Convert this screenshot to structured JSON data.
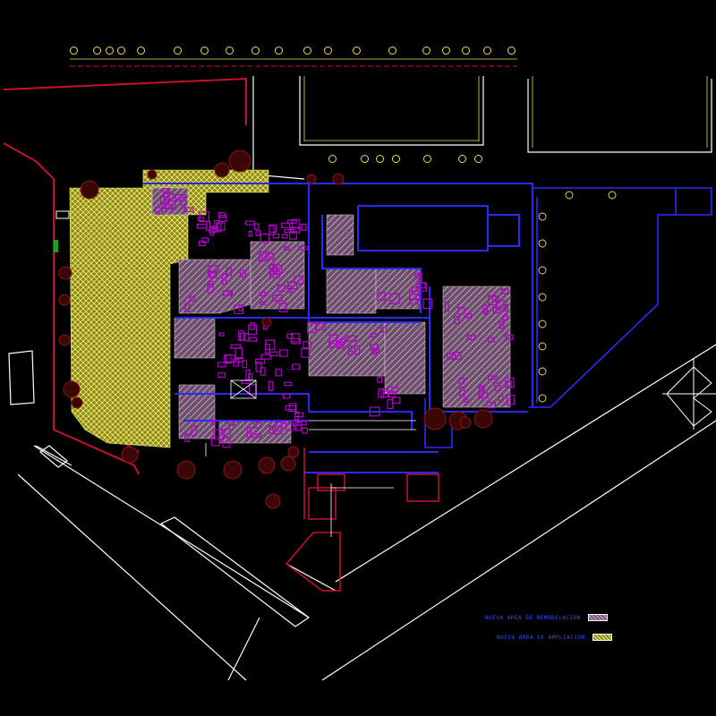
{
  "drawing": {
    "background": "#000000",
    "palette": {
      "boundary": "#c8102e",
      "wall": "#2a2aff",
      "annotation": "#3b4cff",
      "axis": "#e8e050",
      "white": "#ffffff",
      "remodel_fill": "#c9a0c9",
      "expansion_fill": "#f3f06a",
      "furniture": "#b000c8",
      "tree": "#7a1010",
      "green": "#1ea01e"
    }
  },
  "legend": {
    "remodel_label": "NUEVA AREA DE REMODELACION",
    "expansion_label": "NUEVA AREA DE AMPLIACION"
  },
  "icons": {
    "north_arrow": "north-arrow-icon",
    "axis_bubble": "grid-axis-bubble-icon"
  },
  "layers": {
    "remodel_hatch": "remodel",
    "expansion_hatch": "expansion"
  }
}
